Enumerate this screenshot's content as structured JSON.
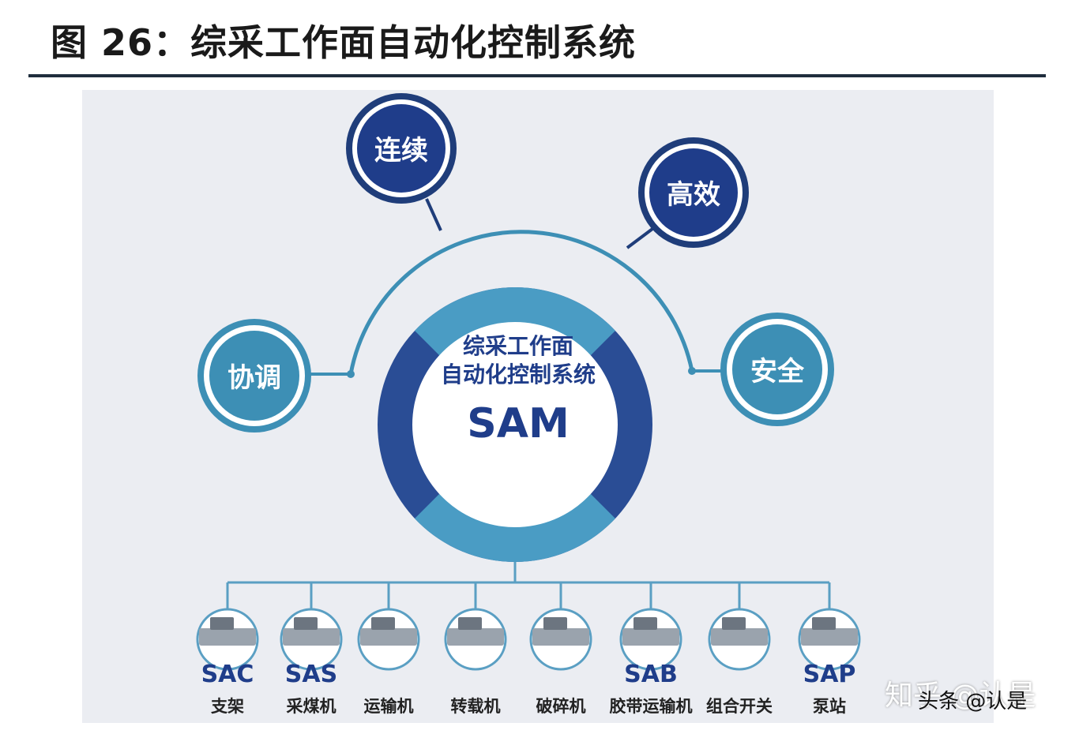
{
  "title": "图 26：综采工作面自动化控制系统",
  "center": {
    "line1": "综采工作面",
    "line2": "自动化控制系统",
    "line3": "SAM"
  },
  "bubbles": {
    "continuous": "连续",
    "efficient": "高效",
    "coordinate": "协调",
    "safe": "安全"
  },
  "equipment": [
    {
      "code": "SAC",
      "label": "支架"
    },
    {
      "code": "SAS",
      "label": "采煤机"
    },
    {
      "code": "",
      "label": "运输机"
    },
    {
      "code": "",
      "label": "转载机"
    },
    {
      "code": "",
      "label": "破碎机"
    },
    {
      "code": "SAB",
      "label": "胶带运输机"
    },
    {
      "code": "",
      "label": "组合开关"
    },
    {
      "code": "SAP",
      "label": "泵站"
    }
  ],
  "watermark": {
    "zhihu": "知乎 @认是",
    "toutiao": "头条 @认是"
  },
  "colors": {
    "dark_blue": "#1f3d8a",
    "teal": "#3d8fb5",
    "navy_ring": "#1f3d7a",
    "line": "#5a9fc3"
  }
}
